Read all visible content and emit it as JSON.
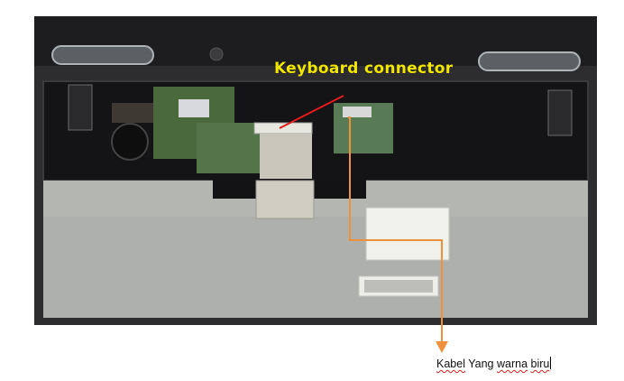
{
  "annotations": {
    "keyboard_connector_label": "Keyboard connector",
    "kabel_word1": "Kabel",
    "kabel_word2": "Yang",
    "kabel_word3": "warna",
    "kabel_word4": "biru"
  },
  "colors": {
    "keyboard_label": "#f2e600",
    "pointer_red": "#e31b1b",
    "callout_orange": "#f0903a",
    "spellcheck_underline": "#e0201b"
  }
}
